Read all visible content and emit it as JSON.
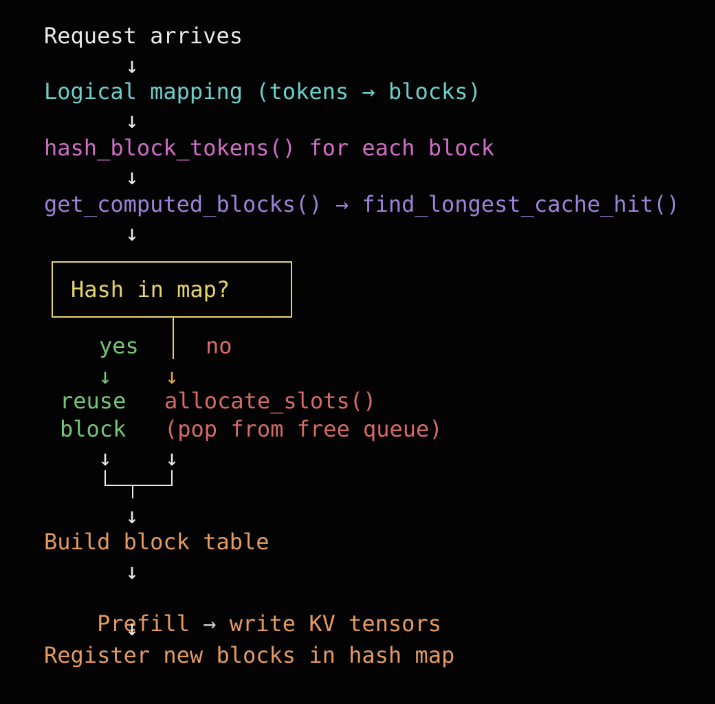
{
  "colors": {
    "background": "#030303",
    "white_text": "#e9e9e9",
    "cyan_text": "#6ecfc9",
    "magenta_text": "#cf6dc6",
    "purple_text": "#9c82d8",
    "yellow_box": "#e6d46d",
    "green_text": "#74c778",
    "red_text": "#d76a66",
    "orange_text": "#e49a61",
    "orange_arrow": "#e2a33c",
    "gray_arrow": "#c9c9c9"
  },
  "glyphs": {
    "down_arrow": "↓",
    "right_arrow_padded": " → "
  },
  "flow": {
    "request": "Request arrives",
    "logical_mapping": "Logical mapping (tokens → blocks)",
    "hash_tokens": "hash_block_tokens() for each block",
    "lookup": "get_computed_blocks() → find_longest_cache_hit()",
    "decision": "Hash in map?",
    "branch_yes": "yes",
    "branch_no": "no",
    "reuse_line1": "reuse",
    "reuse_line2": "block",
    "allocate_line1": "allocate_slots()",
    "allocate_line2": "(pop from free queue)",
    "build_table": "Build block table",
    "prefill_label": "Prefill",
    "prefill_rest": "write KV tensors",
    "register": "Register new blocks in hash map"
  }
}
